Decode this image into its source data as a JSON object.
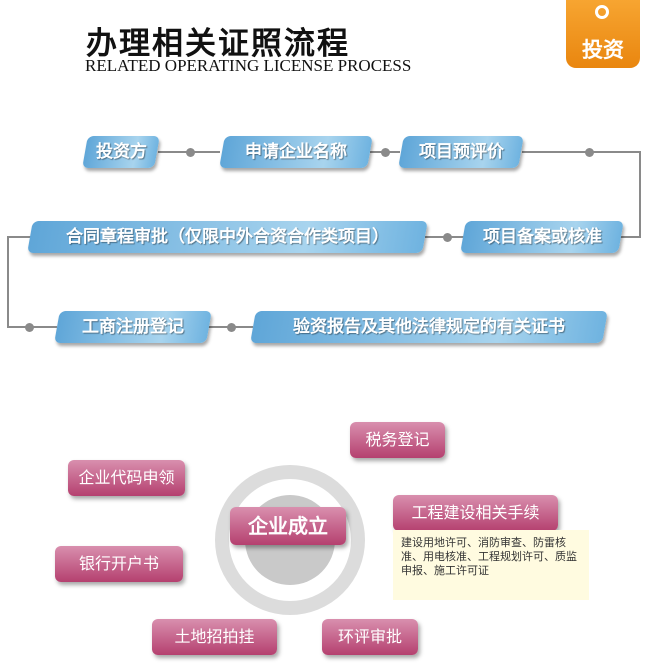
{
  "header": {
    "title": "办理相关证照流程",
    "subtitle": "RELATED OPERATING LICENSE PROCESS",
    "badge": "投资"
  },
  "process": {
    "steps": [
      "投资方",
      "申请企业名称",
      "项目预评价",
      "项目备案或核准",
      "合同章程审批（仅限中外合资合作类项目）",
      "验资报告及其他法律规定的有关证书",
      "工商注册登记"
    ]
  },
  "establishment": {
    "center": "企业成立",
    "items": [
      "税务登记",
      "企业代码申领",
      "工程建设相关手续",
      "银行开户书",
      "土地招拍挂",
      "环评审批"
    ],
    "construction_note": "建设用地许可、消防审查、防雷核准、用电核准、工程规划许可、质监申报、施工许可证"
  },
  "colors": {
    "accent_orange": "#f29a22",
    "step_blue": "#5fa6d8",
    "pink": "#b5406f"
  }
}
